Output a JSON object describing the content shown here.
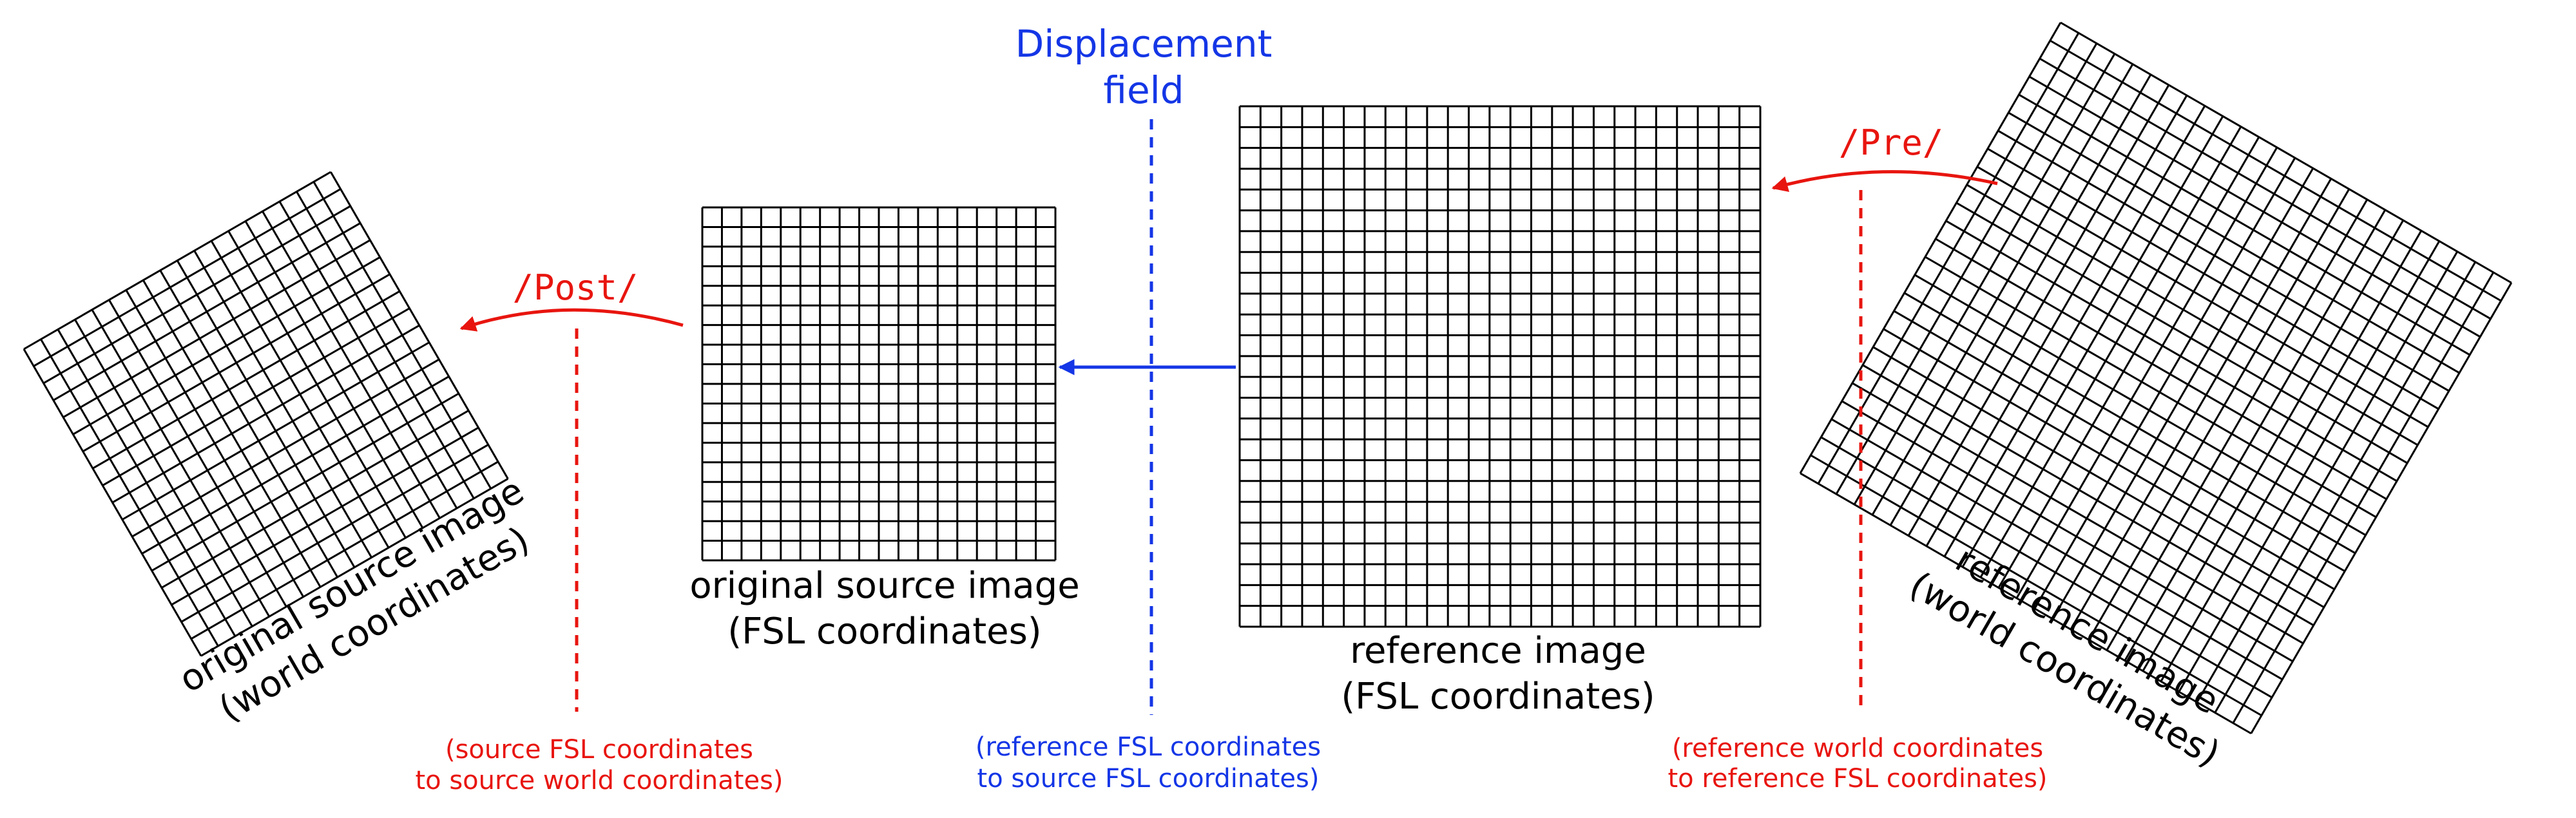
{
  "colors": {
    "transform": "#e8150f",
    "field": "#1436e6",
    "grid": "#000000"
  },
  "grids": [
    {
      "name": "grid-source-world",
      "cells": 18
    },
    {
      "name": "grid-source-fsl",
      "cells": 18
    },
    {
      "name": "grid-reference-fsl",
      "cells": 25
    },
    {
      "name": "grid-reference-world",
      "cells": 25
    }
  ],
  "labels": {
    "source_world": [
      "original source image",
      "(world coordinates)"
    ],
    "source_fsl": [
      "original source image",
      "(FSL coordinates)"
    ],
    "reference_fsl": [
      "reference image",
      "(FSL coordinates)"
    ],
    "reference_world": [
      "reference image",
      "(world coordinates)"
    ]
  },
  "transforms": {
    "post": {
      "label": "/Post/",
      "caption": [
        "(source FSL coordinates",
        "to source world coordinates)"
      ]
    },
    "field": {
      "label": [
        "Displacement",
        "field"
      ],
      "caption": [
        "(reference FSL coordinates",
        "to source FSL coordinates)"
      ]
    },
    "pre": {
      "label": "/Pre/",
      "caption": [
        "(reference world coordinates",
        "to reference FSL coordinates)"
      ]
    }
  }
}
